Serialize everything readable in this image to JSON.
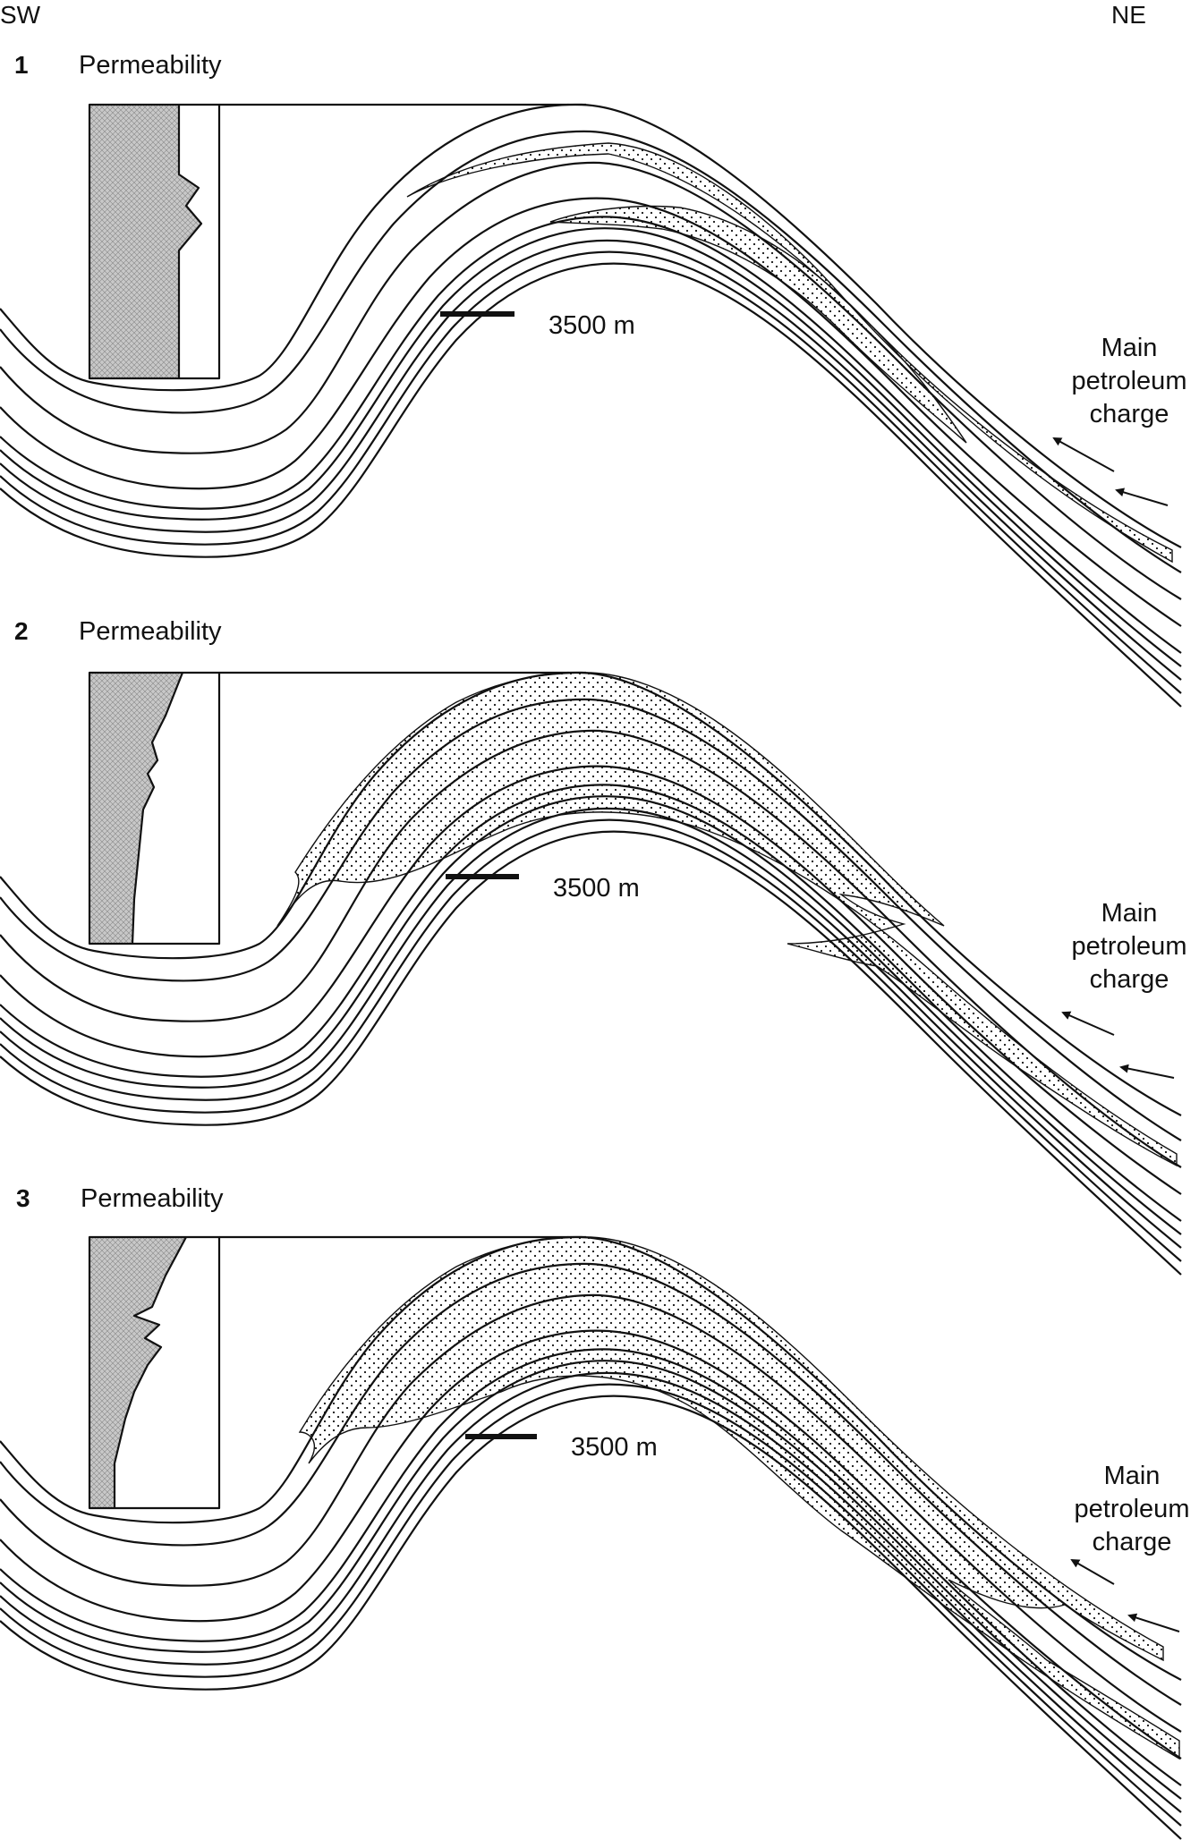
{
  "orientation": {
    "left": "SW",
    "right": "NE"
  },
  "permeability_label": "Permeability",
  "depth_label": "3500 m",
  "charge_label": [
    "Main",
    "petroleum",
    "charge"
  ],
  "panels": [
    {
      "number": "1",
      "fill": "small"
    },
    {
      "number": "2",
      "fill": "medium"
    },
    {
      "number": "3",
      "fill": "large"
    }
  ],
  "colors": {
    "ink": "#111111",
    "paper": "#ffffff",
    "log_fill": "#bdbdbd"
  }
}
